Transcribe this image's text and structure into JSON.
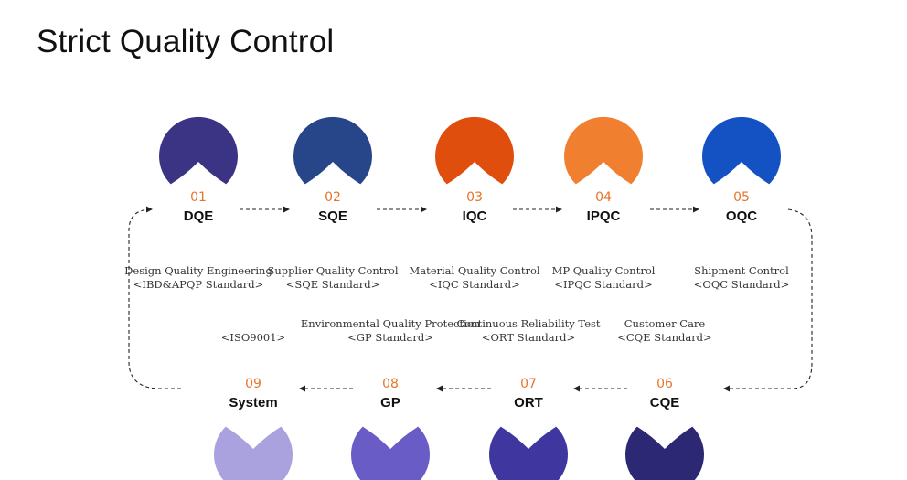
{
  "title": "Strict Quality Control",
  "steps": [
    {
      "num": "01",
      "code": "DQE",
      "name": "Design Quality Engineering",
      "standard": "<IBD&APQP Standard>",
      "color": "#3b3383"
    },
    {
      "num": "02",
      "code": "SQE",
      "name": "Supplier Quality Control",
      "standard": "<SQE Standard>",
      "color": "#27468a"
    },
    {
      "num": "03",
      "code": "IQC",
      "name": "Material Quality Control",
      "standard": "<IQC Standard>",
      "color": "#e04e0e"
    },
    {
      "num": "04",
      "code": "IPQC",
      "name": "MP Quality Control",
      "standard": "<IPQC Standard>",
      "color": "#f08030"
    },
    {
      "num": "05",
      "code": "OQC",
      "name": "Shipment Control",
      "standard": "<OQC Standard>",
      "color": "#1452c4"
    },
    {
      "num": "06",
      "code": "CQE",
      "name": "Customer Care",
      "standard": "<CQE Standard>",
      "color": "#2c2873"
    },
    {
      "num": "07",
      "code": "ORT",
      "name": "Continuous Reliability Test",
      "standard": "<ORT Standard>",
      "color": "#3f36a0"
    },
    {
      "num": "08",
      "code": "GP",
      "name": "Environmental Quality Protection",
      "standard": "<GP Standard>",
      "color": "#6a5cc6"
    },
    {
      "num": "09",
      "code": "System",
      "name": "",
      "standard": "<ISO9001>",
      "color": "#a9a2de"
    }
  ]
}
